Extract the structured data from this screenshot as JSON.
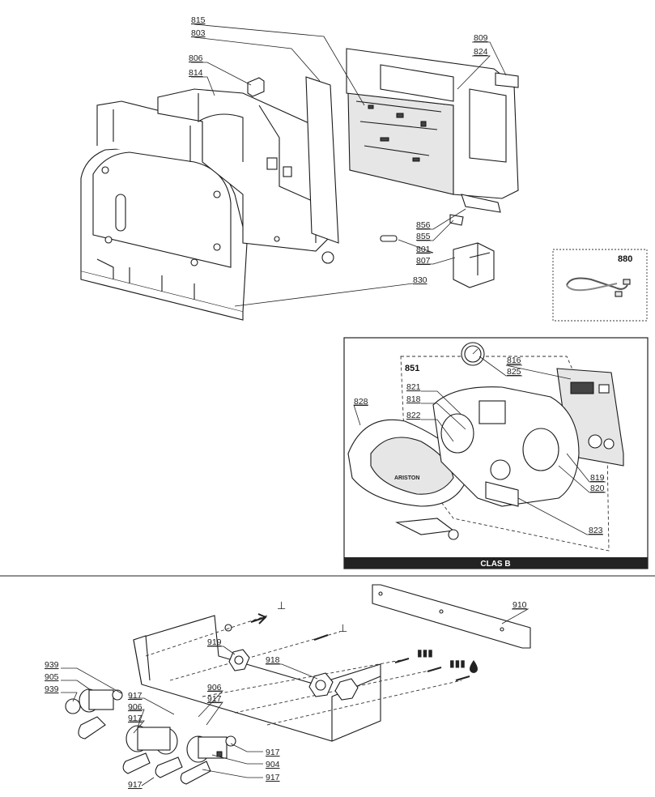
{
  "top_section": {
    "labels": {
      "l815": "815",
      "l803": "803",
      "l806": "806",
      "l814": "814",
      "l809": "809",
      "l824": "824",
      "l856": "856",
      "l855": "855",
      "l801": "801",
      "l807": "807",
      "l830": "830"
    },
    "kit_box": {
      "label": "880"
    }
  },
  "panel": {
    "group_label": "851",
    "labels": {
      "l816": "816",
      "l825": "825",
      "l821": "821",
      "l818": "818",
      "l822": "822",
      "l828": "828",
      "l819": "819",
      "l820": "820",
      "l823": "823"
    },
    "brand": "ARISTON",
    "footer": "CLAS B"
  },
  "bottom_section": {
    "labels": {
      "l910": "910",
      "l919": "919",
      "l918": "918",
      "l939a": "939",
      "l905": "905",
      "l939b": "939",
      "l917a": "917",
      "l906a": "906",
      "l917b": "917",
      "l906b": "906",
      "l917c": "917",
      "l917d": "917",
      "l904": "904",
      "l917e": "917",
      "l917f": "917"
    }
  }
}
